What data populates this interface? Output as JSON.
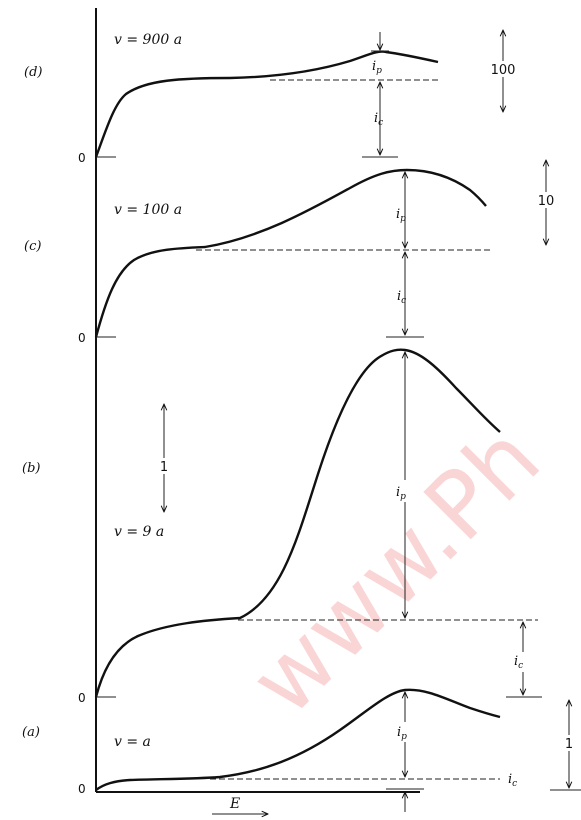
{
  "watermark": "www.Ph",
  "panels": {
    "d": {
      "id": "(d)",
      "rate": "v = 900 a",
      "scale": "100",
      "ip": "i",
      "ip_sub": "p",
      "ic": "i",
      "ic_sub": "c",
      "zero": "0"
    },
    "c": {
      "id": "(c)",
      "rate": "v = 100 a",
      "scale": "10",
      "ip": "i",
      "ip_sub": "p",
      "ic": "i",
      "ic_sub": "c",
      "zero": "0"
    },
    "b": {
      "id": "(b)",
      "rate": "v = 9 a",
      "scale": "1",
      "ip": "i",
      "ip_sub": "p",
      "ic": "i",
      "ic_sub": "c",
      "zero": "0"
    },
    "a": {
      "id": "(a)",
      "rate": "v = a",
      "scale": "1",
      "ip": "i",
      "ip_sub": "p",
      "ic": "i",
      "ic_sub": "c",
      "zero": "0"
    }
  },
  "x_axis_label": "E"
}
